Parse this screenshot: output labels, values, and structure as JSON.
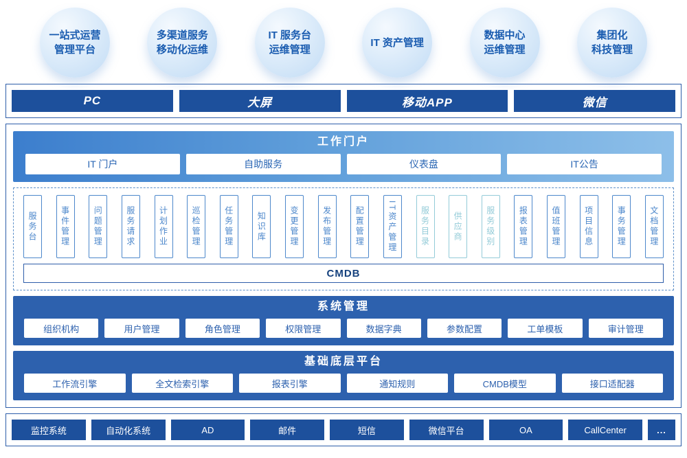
{
  "colors": {
    "dark_bar": "#1d509c",
    "band_blue": "#2d61ae",
    "portal_gradient_start": "#3c7ecd",
    "portal_gradient_end": "#8dbfe9",
    "module_blue": "#4c87cb",
    "module_light": "#93cbd8",
    "bubble_text": "#1a5cb0",
    "frame_border": "#2d5da9"
  },
  "bubbles": [
    {
      "label": "一站式运营\n管理平台"
    },
    {
      "label": "多渠道服务\n移动化运维"
    },
    {
      "label": "IT 服务台\n运维管理"
    },
    {
      "label": "IT 资产管理"
    },
    {
      "label": "数据中心\n运维管理"
    },
    {
      "label": "集团化\n科技管理"
    }
  ],
  "channels": {
    "items": [
      "PC",
      "大屏",
      "移动APP",
      "微信"
    ]
  },
  "portal": {
    "title": "工作门户",
    "items": [
      "IT 门户",
      "自助服务",
      "仪表盘",
      "IT公告"
    ]
  },
  "modules": {
    "cmdb_label": "CMDB",
    "items": [
      {
        "label": "服务台",
        "variant": "blue"
      },
      {
        "label": "事件管理",
        "variant": "blue"
      },
      {
        "label": "问题管理",
        "variant": "blue"
      },
      {
        "label": "服务请求",
        "variant": "blue"
      },
      {
        "label": "计划作业",
        "variant": "blue"
      },
      {
        "label": "巡检管理",
        "variant": "blue"
      },
      {
        "label": "任务管理",
        "variant": "blue"
      },
      {
        "label": "知识库",
        "variant": "blue"
      },
      {
        "label": "变更管理",
        "variant": "blue"
      },
      {
        "label": "发布管理",
        "variant": "blue"
      },
      {
        "label": "配置管理",
        "variant": "blue"
      },
      {
        "label": "IT资产管理",
        "variant": "blue"
      },
      {
        "label": "服务目录",
        "variant": "light"
      },
      {
        "label": "供应商",
        "variant": "light"
      },
      {
        "label": "服务级别",
        "variant": "light"
      },
      {
        "label": "报表管理",
        "variant": "blue"
      },
      {
        "label": "值班管理",
        "variant": "blue"
      },
      {
        "label": "项目信息",
        "variant": "blue"
      },
      {
        "label": "事务管理",
        "variant": "blue"
      },
      {
        "label": "文档管理",
        "variant": "blue"
      }
    ]
  },
  "system": {
    "title": "系统管理",
    "items": [
      "组织机构",
      "用户管理",
      "角色管理",
      "权限管理",
      "数据字典",
      "参数配置",
      "工单模板",
      "审计管理"
    ]
  },
  "base": {
    "title": "基础底层平台",
    "items": [
      "工作流引擎",
      "全文检索引擎",
      "报表引擎",
      "通知规则",
      "CMDB模型",
      "接口适配器"
    ]
  },
  "integrations": {
    "items": [
      "监控系统",
      "自动化系统",
      "AD",
      "邮件",
      "短信",
      "微信平台",
      "OA",
      "CallCenter",
      "..."
    ]
  }
}
